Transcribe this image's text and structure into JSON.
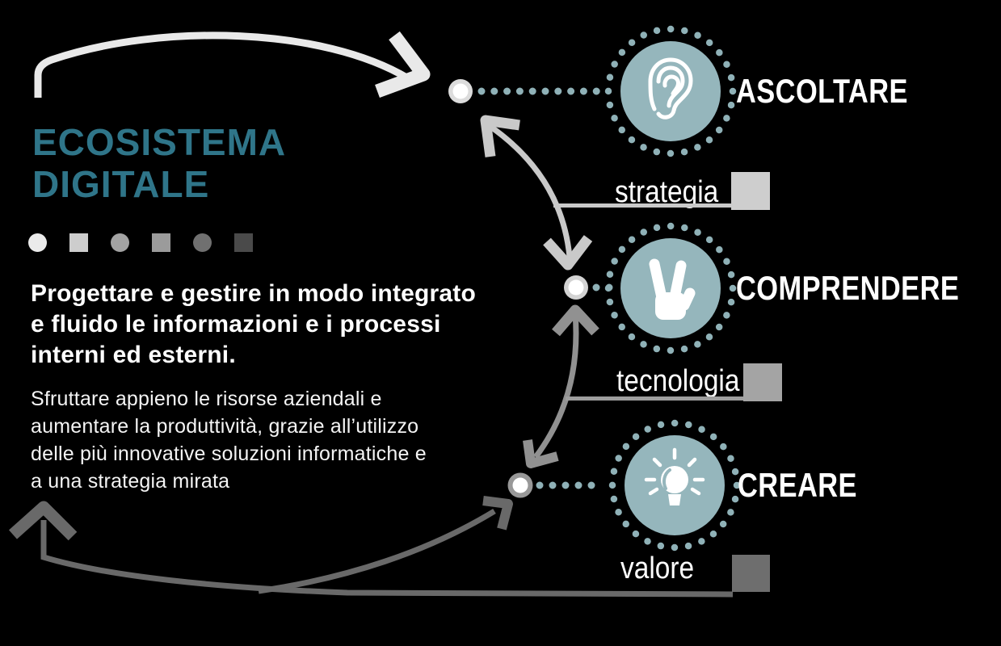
{
  "title": {
    "line1": "ECOSISTEMA",
    "line2": "DIGITALE"
  },
  "intro": {
    "lead": "Progettare e gestire in modo integrato\ne fluido le informazioni e i processi\ninterni ed esterni.",
    "body": "Sfruttare appieno le risorse aziendali e\naumentare la produttività, grazie all’utilizzo\ndelle più innovative soluzioni informatiche e\na una strategia mirata"
  },
  "steps": [
    {
      "name": "ASCOLTARE",
      "icon": "ear-icon"
    },
    {
      "name": "COMPRENDERE",
      "icon": "victory-hand-icon"
    },
    {
      "name": "CREARE",
      "icon": "lightbulb-icon"
    }
  ],
  "flow_labels": [
    {
      "text": "strategia",
      "line_color": "#c9c9c9",
      "square_color": "#cecece"
    },
    {
      "text": "tecnologia",
      "line_color": "#9e9e9e",
      "square_color": "#a4a4a4"
    },
    {
      "text": "valore",
      "line_color": "#696969",
      "square_color": "#6e6e6e"
    }
  ],
  "decorative_shapes": [
    {
      "shape": "circle",
      "color": "#ebebeb"
    },
    {
      "shape": "square",
      "color": "#cdcdcd"
    },
    {
      "shape": "circle",
      "color": "#a3a3a3"
    },
    {
      "shape": "square",
      "color": "#9b9b9b"
    },
    {
      "shape": "circle",
      "color": "#707070"
    },
    {
      "shape": "square",
      "color": "#4a4a4a"
    }
  ],
  "colors": {
    "background": "#000000",
    "title_teal": "#2f7589",
    "step_circle_teal": "#95b6bc",
    "dotted_teal": "#8fb1b7",
    "arrow_light": "#e9e9e9",
    "arrow_medium": "#c9c9c9",
    "arrow_gray": "#919191",
    "arrow_dark": "#696969",
    "text_white": "#ffffff"
  }
}
